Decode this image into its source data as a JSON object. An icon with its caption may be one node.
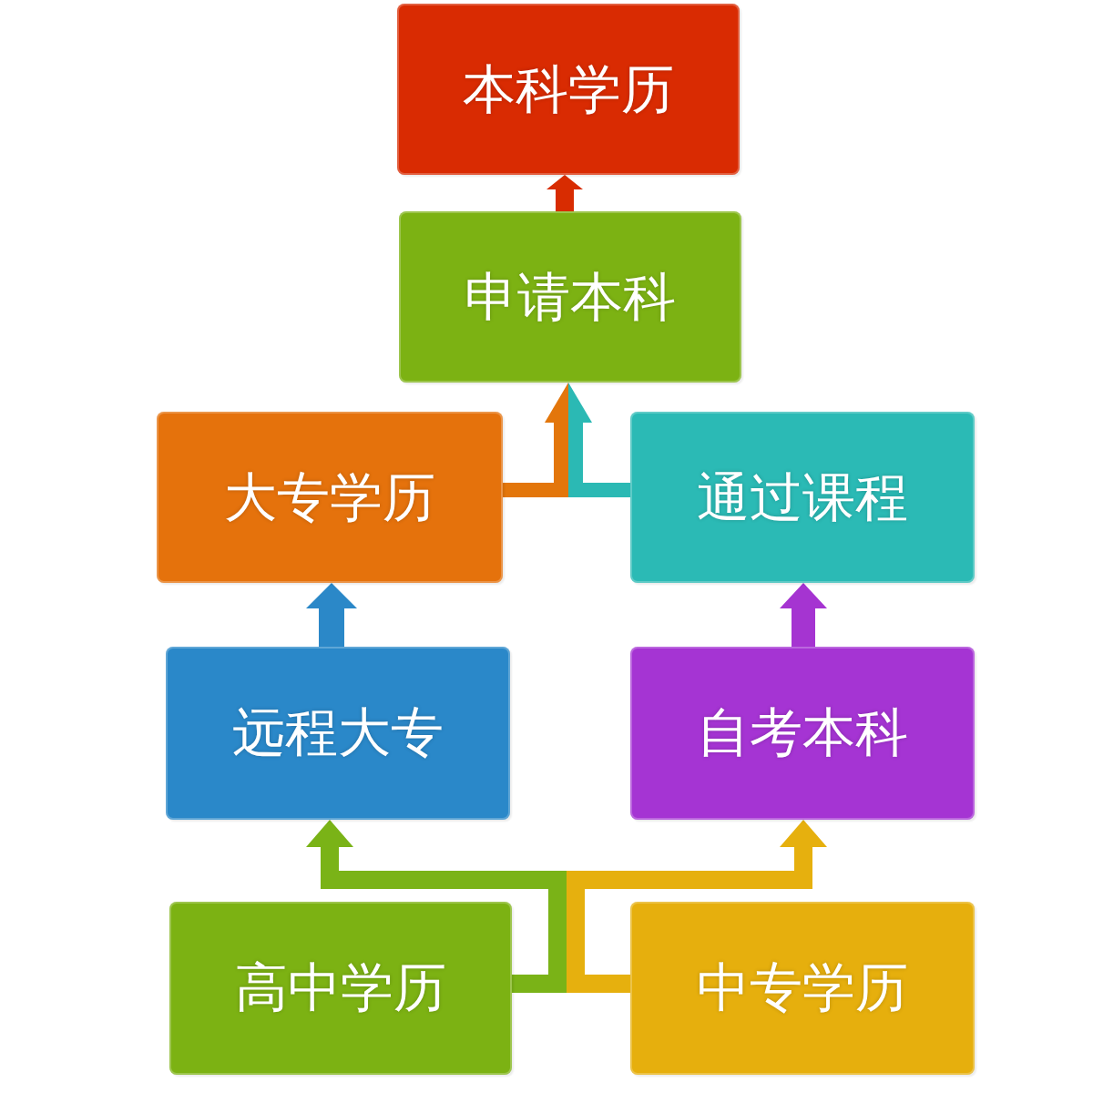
{
  "diagram": {
    "nodes": [
      {
        "text": [
          "本科学历"
        ]
      },
      {
        "text": [
          "申请本科"
        ]
      },
      {
        "text": [
          "大专学历"
        ]
      },
      {
        "text": [
          "通过课程"
        ]
      },
      {
        "text": [
          "远程大专"
        ]
      },
      {
        "text": [
          "自考本科"
        ]
      },
      {
        "text": [
          "高中学历"
        ]
      },
      {
        "text": [
          "中专学历"
        ]
      }
    ],
    "edges": [
      {
        "from": 1,
        "to": 0,
        "arrow": "to",
        "color": "#d82c01"
      },
      {
        "from": 2,
        "to": 1,
        "arrow": "to",
        "color": "#e3760b"
      },
      {
        "from": 3,
        "to": 1,
        "arrow": "to",
        "color": "#2bb9b4"
      },
      {
        "from": 4,
        "to": 2,
        "arrow": "to",
        "color": "#2b88c8"
      },
      {
        "from": 5,
        "to": 3,
        "arrow": "to",
        "color": "#a534d1"
      },
      {
        "from": 6,
        "to": 4,
        "arrow": "to",
        "color": "#7ab317"
      },
      {
        "from": 7,
        "to": 5,
        "arrow": "to",
        "color": "#e6b00e"
      }
    ]
  }
}
